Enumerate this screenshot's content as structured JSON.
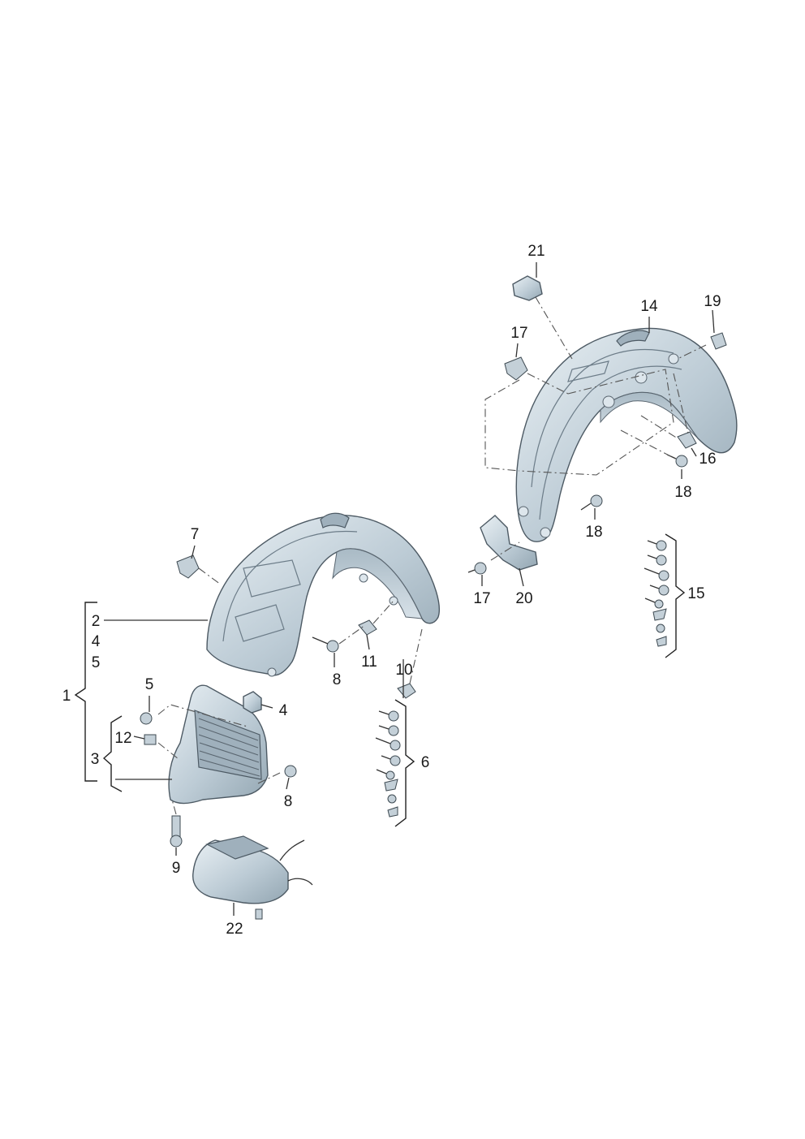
{
  "diagram": {
    "labels": {
      "l1": "1",
      "l2": "2",
      "l3": "3",
      "l4a": "4",
      "l4b": "4",
      "l5a": "5",
      "l5b": "5",
      "l6": "6",
      "l7": "7",
      "l8a": "8",
      "l8b": "8",
      "l9": "9",
      "l10": "10",
      "l11": "11",
      "l12": "12",
      "l14": "14",
      "l15": "15",
      "l16": "16",
      "l17a": "17",
      "l17b": "17",
      "l18a": "18",
      "l18b": "18",
      "l19": "19",
      "l20": "20",
      "l21": "21",
      "l22": "22"
    },
    "colors": {
      "part_light": "#e4ecf1",
      "part_mid": "#b9c8d2",
      "part_dark": "#8fa2ae",
      "ink": "#1a1a1a"
    }
  }
}
